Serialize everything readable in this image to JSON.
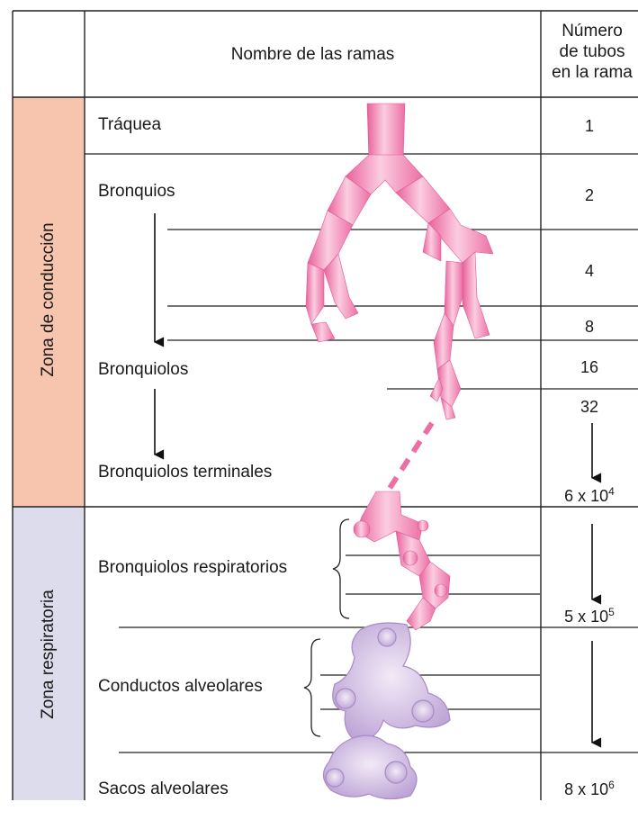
{
  "header": {
    "branch_names": "Nombre de las ramas",
    "tube_count_line1": "Número",
    "tube_count_line2": "de tubos",
    "tube_count_line3": "en la rama"
  },
  "zones": {
    "conduction": {
      "label": "Zona de conducción",
      "color": "#f7c4ae"
    },
    "respiratory": {
      "label": "Zona respiratoria",
      "color": "#dcdcec"
    }
  },
  "branches": {
    "trachea": "Tráquea",
    "bronchi": "Bronquios",
    "bronchioles": "Bronquiolos",
    "terminal_bronchioles": "Bronquiolos terminales",
    "respiratory_bronchioles": "Bronquiolos respiratorios",
    "alveolar_ducts": "Conductos alveolares",
    "alveolar_sacs": "Sacos alveolares"
  },
  "tube_counts": {
    "c1": "1",
    "c2": "2",
    "c4": "4",
    "c8": "8",
    "c16": "16",
    "c32": "32",
    "terminal_base": "6 x 10",
    "terminal_exp": "4",
    "respiratory_base": "5 x 10",
    "respiratory_exp": "5",
    "sacs_base": "8 x 10",
    "sacs_exp": "6"
  },
  "colors": {
    "airway_pink": "#ef7fae",
    "airway_highlight": "#fbcde0",
    "alveolar_lavender": "#c9b3dc",
    "alveolar_highlight": "#ece2f3",
    "line": "#222222"
  }
}
